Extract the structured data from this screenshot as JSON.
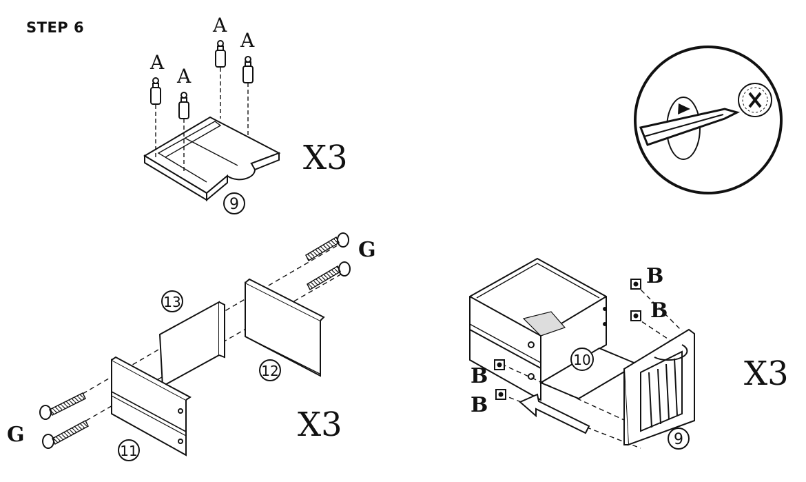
{
  "title": "STEP 6",
  "labels": {
    "a": "A",
    "b": "B",
    "g": "G",
    "x3": "X3"
  },
  "parts": {
    "p9": "9",
    "p10": "10",
    "p11": "11",
    "p12": "12",
    "p13": "13"
  },
  "icon": "screwdriver-tighten-icon"
}
